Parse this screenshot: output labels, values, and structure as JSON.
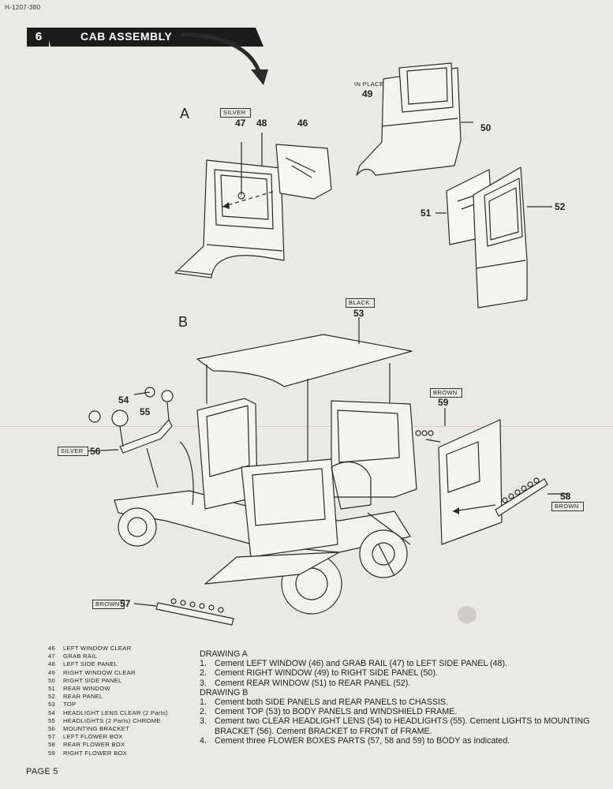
{
  "doc_code": "H-1207-380",
  "step": {
    "number": "6",
    "title": "CAB ASSEMBLY"
  },
  "drawing_a": {
    "letter": "A",
    "labels": {
      "p46": "46",
      "p47": "47",
      "p48": "48",
      "p49": "49",
      "p50": "50",
      "p51": "51",
      "p52": "52"
    },
    "silver_tag": "SILVER",
    "in_place": "IN PLACE"
  },
  "drawing_b": {
    "letter": "B",
    "labels": {
      "p53": "53",
      "p54": "54",
      "p55": "55",
      "p56": "56",
      "p57": "57",
      "p58": "58",
      "p59": "59"
    },
    "black_tag": "BLACK",
    "silver_tag": "SILVER",
    "brown_tag_59": "BROWN",
    "brown_tag_58": "BROWN",
    "brown_tag_57": "BROWN"
  },
  "parts_list": [
    {
      "num": "46",
      "name": "LEFT WINDOW CLEAR"
    },
    {
      "num": "47",
      "name": "GRAB RAIL"
    },
    {
      "num": "48",
      "name": "LEFT SIDE PANEL"
    },
    {
      "num": "49",
      "name": "RIGHT WINDOW CLEAR"
    },
    {
      "num": "50",
      "name": "RIGHT SIDE PANEL"
    },
    {
      "num": "51",
      "name": "REAR WINDOW"
    },
    {
      "num": "52",
      "name": "REAR PANEL"
    },
    {
      "num": "53",
      "name": "TOP"
    },
    {
      "num": "54",
      "name": "HEADLIGHT LENS CLEAR (2 Parts)"
    },
    {
      "num": "55",
      "name": "HEADLIGHTS (2 Parts) CHROME"
    },
    {
      "num": "56",
      "name": "MOUNTING BRACKET"
    },
    {
      "num": "57",
      "name": "LEFT FLOWER BOX"
    },
    {
      "num": "58",
      "name": "REAR FLOWER BOX"
    },
    {
      "num": "59",
      "name": "RIGHT FLOWER BOX"
    }
  ],
  "instructions": {
    "heading_a": "DRAWING A",
    "a1": "Cement LEFT WINDOW (46) and GRAB RAIL (47) to LEFT SIDE PANEL (48).",
    "a2": "Cement RIGHT WINDOW (49) to RIGHT SIDE PANEL (50).",
    "a3": "Cement REAR WINDOW (51) to REAR PANEL (52).",
    "heading_b": "DRAWING B",
    "b1": "Cement both SIDE PANELS and REAR PANELS to CHASSIS.",
    "b2": "Cement TOP (53) to BODY PANELS and WINDSHIELD FRAME.",
    "b3": "Cement two CLEAR HEADLIGHT LENS (54) to HEADLIGHTS (55). Cement LIGHTS to MOUNTING BRACKET (56). Cement BRACKET to FRONT of FRAME.",
    "b4": "Cement three FLOWER BOXES PARTS (57, 58 and 59) to BODY as indicated.",
    "idx": [
      "1.",
      "2.",
      "3.",
      "1.",
      "2.",
      "3.",
      "4."
    ]
  },
  "page_label": "PAGE 5",
  "colors": {
    "banner": "#1c1c1c",
    "paper": "#ebe9e5",
    "line": "#2a2a2a"
  }
}
